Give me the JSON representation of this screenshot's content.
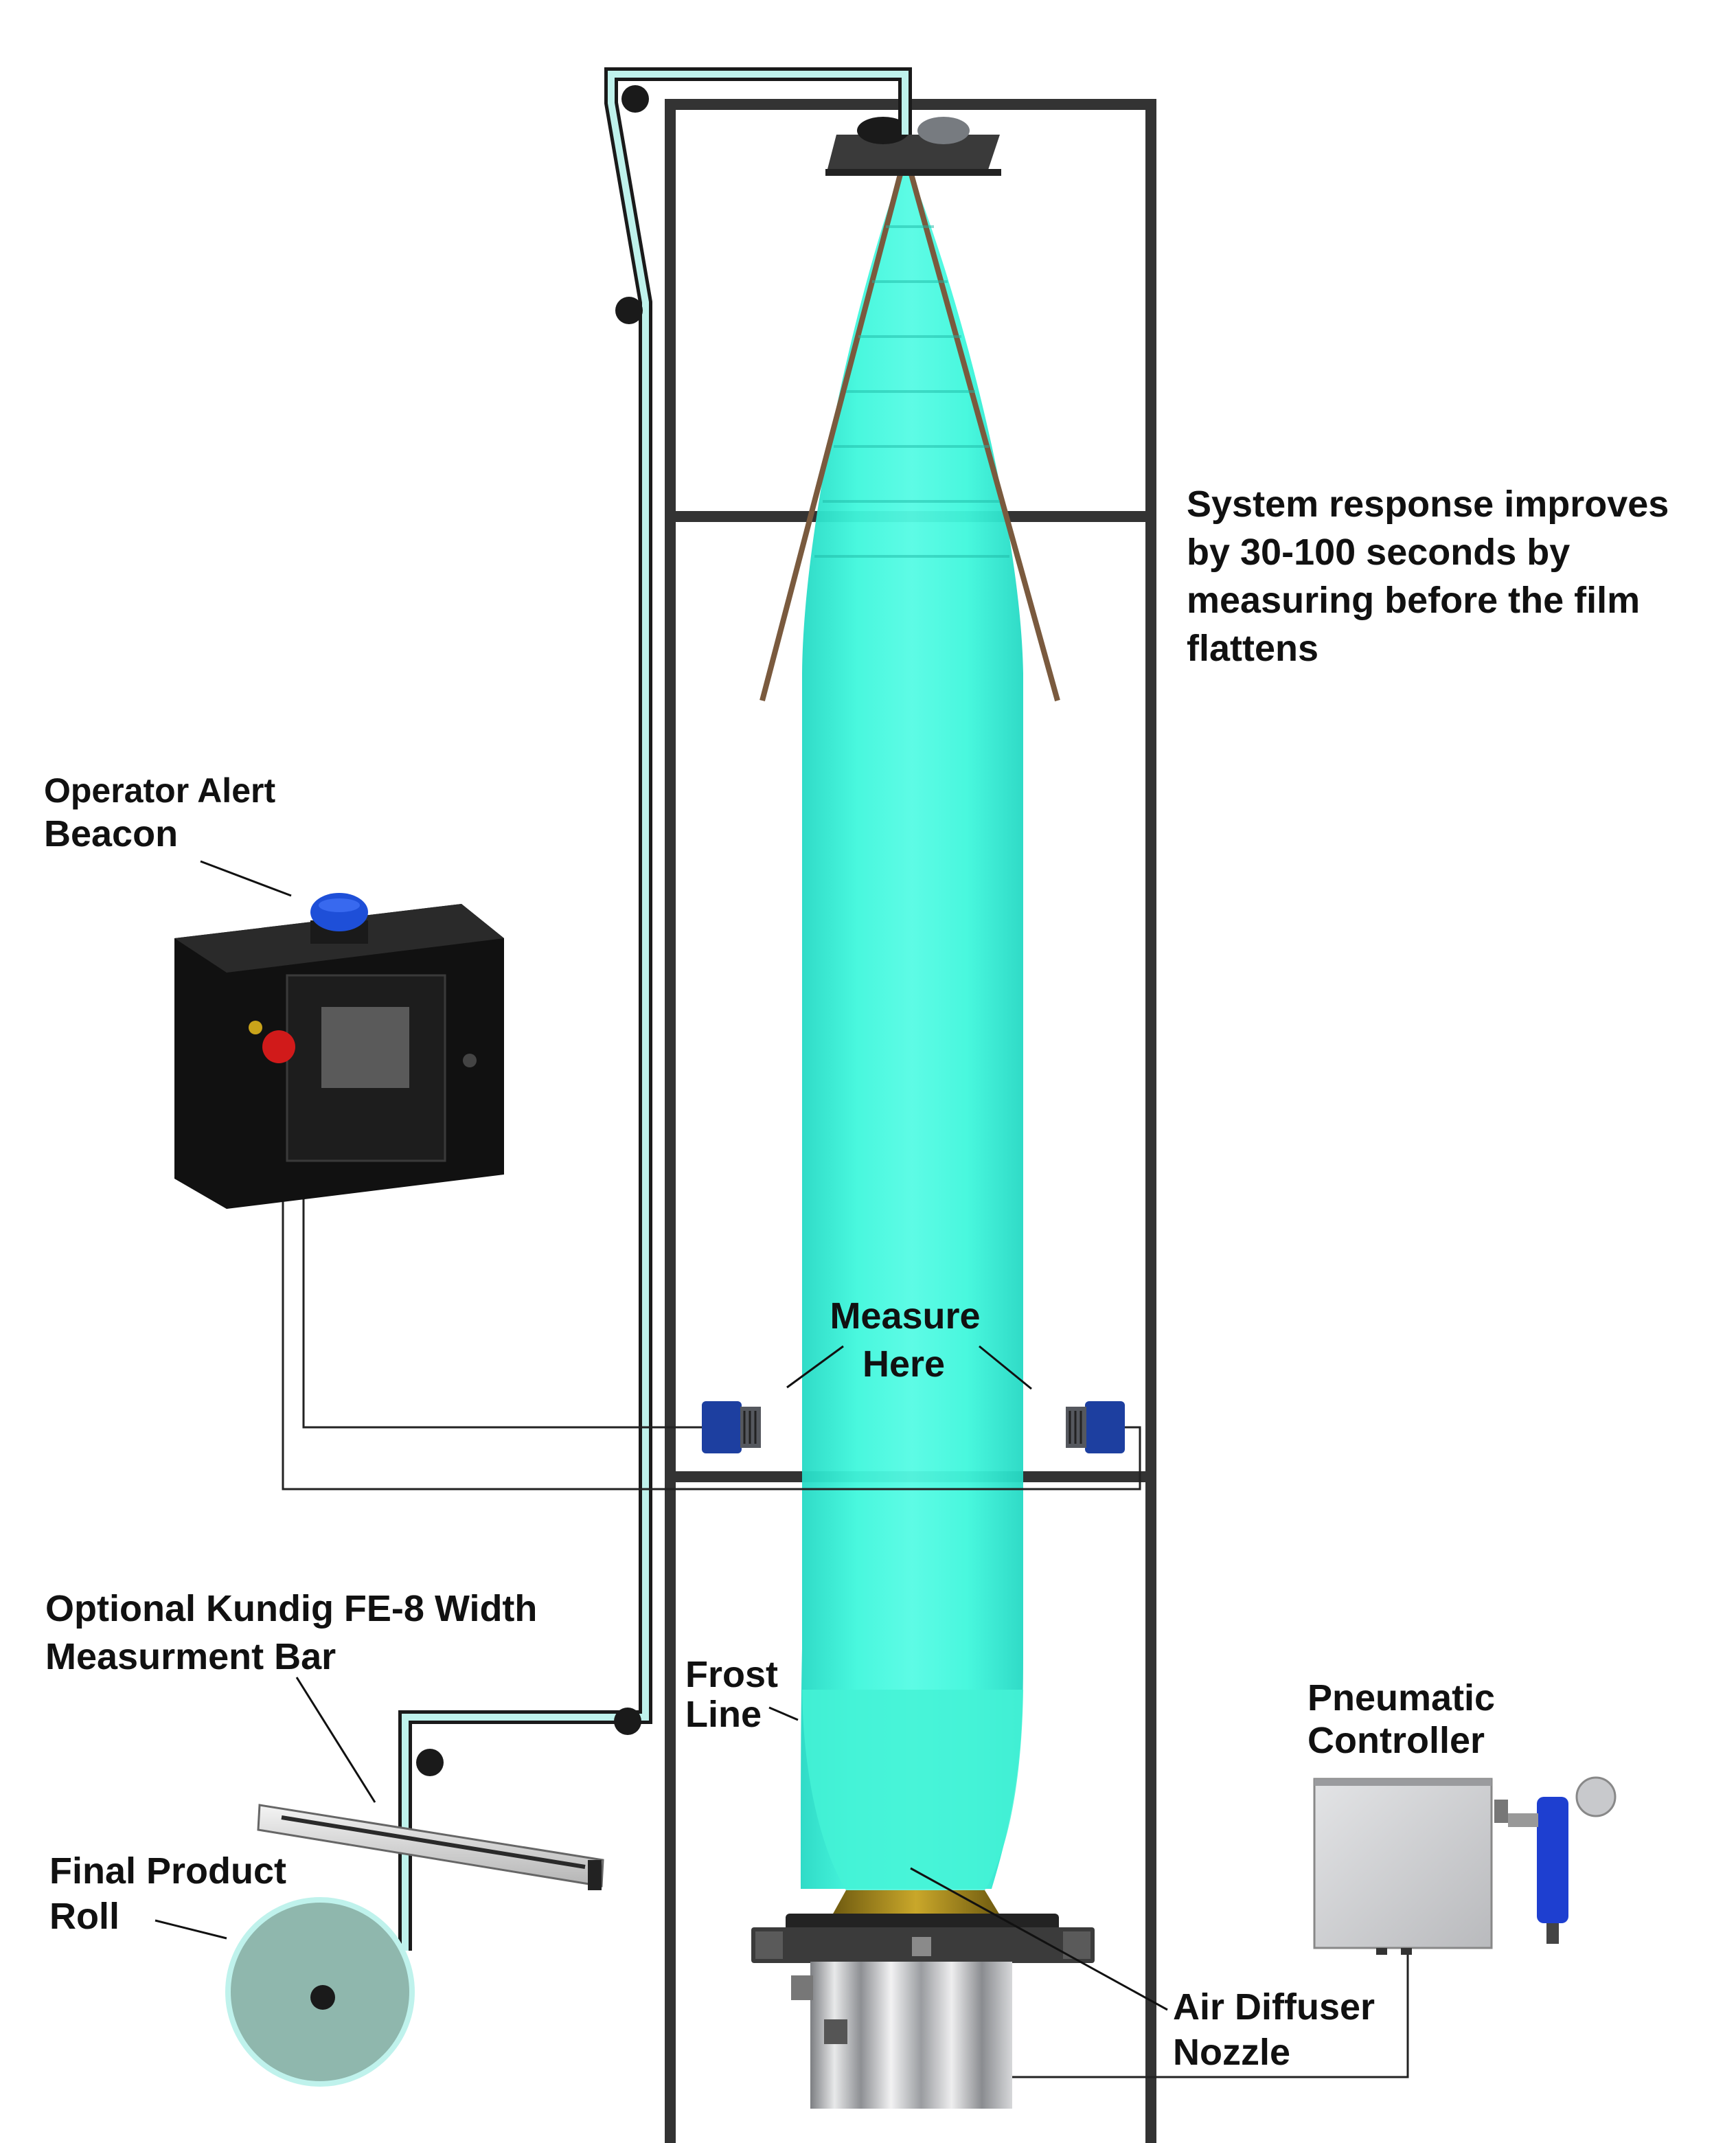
{
  "labels": {
    "system_response": [
      "System response improves",
      "by 30-100 seconds by",
      "measuring before the film",
      "flattens"
    ],
    "operator_alert": [
      "Operator Alert",
      "Beacon"
    ],
    "measure_here": [
      "Measure",
      "Here"
    ],
    "optional_bar": [
      "Optional Kundig FE-8 Width",
      "Measurment Bar"
    ],
    "frost_line": [
      "Frost",
      "Line"
    ],
    "final_roll": [
      "Final Product",
      "Roll"
    ],
    "pneumatic": [
      "Pneumatic",
      "Controller"
    ],
    "air_diffuser": [
      "Air Diffuser",
      "Nozzle"
    ]
  },
  "colors": {
    "frame": "#333333",
    "bubble": "#33f5d8",
    "film_path": "#bff2ec",
    "sensor": "#1d3fa0",
    "beacon": "#1e4fd8",
    "estop": "#d11a1a",
    "nozzle_ring": "#a8891c",
    "controller": "#cfd0d2",
    "roll": "#8fb7ad"
  }
}
